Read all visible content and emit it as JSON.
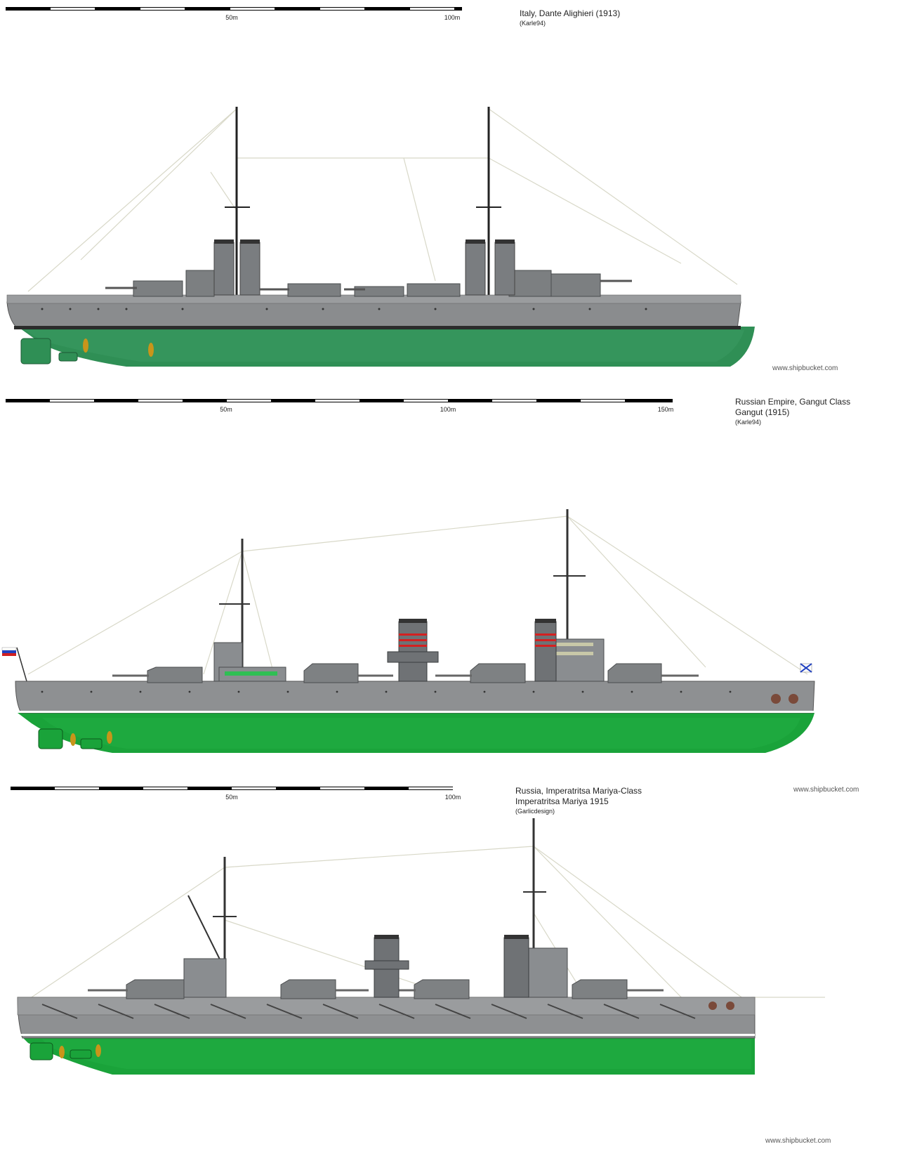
{
  "colors": {
    "hull_grey": "#8a8c8e",
    "hull_dark": "#5d6062",
    "waterline": "#2b2b2b",
    "bottom_green_1": "#2f8f55",
    "bottom_green_2": "#1aa33a",
    "propeller": "#c8951a",
    "rigging": "#d8d8c8",
    "funnel_band": "#d42020"
  },
  "plates": [
    {
      "id": "dante",
      "scale": {
        "ticks": [
          "50m",
          "100m"
        ]
      },
      "title_line1": "Italy, Dante Alighieri (1913)",
      "title_line2": "",
      "credit": "(Karle94)",
      "watermark": "www.shipbucket.com"
    },
    {
      "id": "gangut",
      "scale": {
        "ticks": [
          "50m",
          "100m",
          "150m"
        ]
      },
      "title_line1": "Russian Empire, Gangut Class",
      "title_line2": "Gangut (1915)",
      "credit": "(Karle94)",
      "watermark": ""
    },
    {
      "id": "mariya",
      "scale": {
        "ticks": [
          "50m",
          "100m"
        ]
      },
      "title_line1": "Russia, Imperatritsa Mariya-Class",
      "title_line2": "Imperatritsa Mariya 1915",
      "credit": "(Garlicdesign)",
      "watermark": "www.shipbucket.com"
    }
  ],
  "footer_watermark": "www.shipbucket.com"
}
